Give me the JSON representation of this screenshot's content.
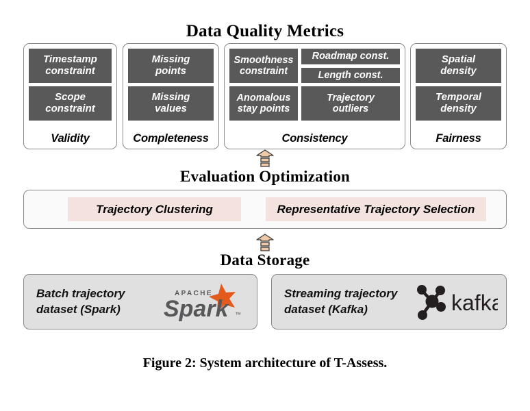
{
  "figure": {
    "caption": "Figure 2: System architecture of T-Assess."
  },
  "colors": {
    "chip_dark": "#595959",
    "highlight_pink": "#f3e2de",
    "storage_gray": "#e0e0e0",
    "arrow_peach": "#f0c9a8",
    "spark_orange": "#e25a1c",
    "kafka_dark": "#231f20",
    "border_gray": "#8a8a8a"
  },
  "layers": {
    "metrics": {
      "title": "Data Quality Metrics",
      "cards": [
        {
          "label": "Validity",
          "chips": [
            "Timestamp\nconstraint",
            "Scope\nconstraint"
          ]
        },
        {
          "label": "Completeness",
          "chips": [
            "Missing\npoints",
            "Missing\nvalues"
          ]
        },
        {
          "label": "Consistency",
          "chips_left": [
            "Smoothness\nconstraint",
            "Anomalous\nstay points"
          ],
          "chips_right": [
            "Roadmap const.",
            "Length const.",
            "Trajectory\noutliers"
          ]
        },
        {
          "label": "Fairness",
          "chips": [
            "Spatial\ndensity",
            "Temporal\ndensity"
          ]
        }
      ]
    },
    "evaluation": {
      "title": "Evaluation Optimization",
      "items": [
        {
          "label": "Trajectory Clustering"
        },
        {
          "label": "Representative Trajectory Selection"
        }
      ]
    },
    "storage": {
      "title": "Data Storage",
      "cards": [
        {
          "text": "Batch trajectory\ndataset (Spark)",
          "logo": "apache-spark-logo",
          "logo_apache_word": "APACHE",
          "logo_word": "Spark",
          "logo_tm": "™"
        },
        {
          "text": "Streaming trajectory\ndataset (Kafka)",
          "logo": "apache-kafka-logo",
          "logo_word": "kafka"
        }
      ]
    }
  },
  "arrows": [
    {
      "name": "arrow-to-metrics",
      "direction": "up"
    },
    {
      "name": "arrow-to-evaluation",
      "direction": "up"
    }
  ]
}
